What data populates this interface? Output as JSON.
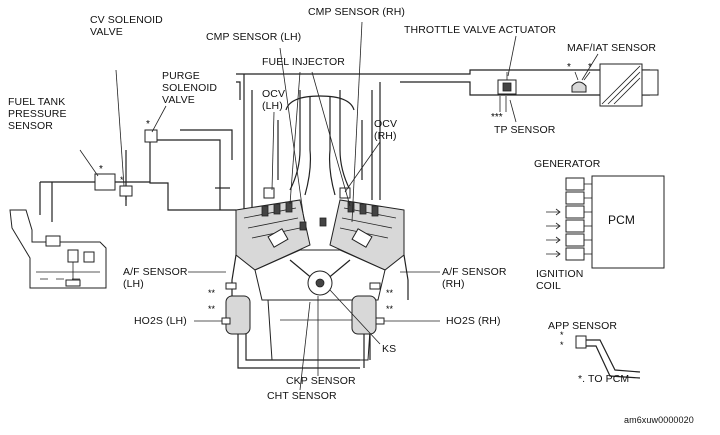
{
  "labels": {
    "cmp_sensor_rh": "CMP SENSOR (RH)",
    "throttle_valve_actuator": "THROTTLE VALVE ACTUATOR",
    "cv_solenoid_valve": "CV SOLENOID\nVALVE",
    "cmp_sensor_lh": "CMP SENSOR (LH)",
    "maf_iat_sensor": "MAF/IAT SENSOR",
    "purge_solenoid_valve": "PURGE\nSOLENOID\nVALVE",
    "fuel_injector": "FUEL INJECTOR",
    "fuel_tank_pressure_sensor": "FUEL TANK\nPRESSURE\nSENSOR",
    "ocv_lh": "OCV\n(LH)",
    "ocv_rh": "OCV\n(RH)",
    "tp_sensor": "TP SENSOR",
    "generator": "GENERATOR",
    "pcm": "PCM",
    "af_sensor_lh": "A/F SENSOR\n(LH)",
    "af_sensor_rh": "A/F SENSOR\n(RH)",
    "ignition_coil": "IGNITION\nCOIL",
    "ho2s_lh": "HO2S (LH)",
    "ho2s_rh": "HO2S (RH)",
    "app_sensor": "APP SENSOR",
    "ks": "KS",
    "to_pcm_note": "*. TO PCM",
    "ckp_sensor": "CKP SENSOR",
    "cht_sensor": "CHT SENSOR",
    "figure_code": "am6xuw0000020"
  }
}
